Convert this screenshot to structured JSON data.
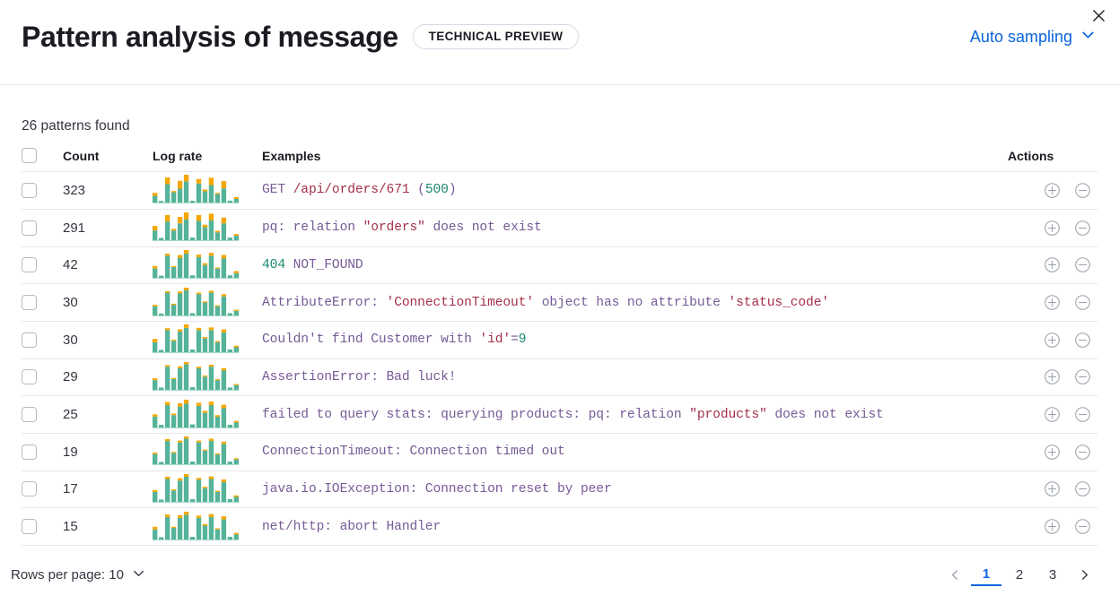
{
  "header": {
    "title": "Pattern analysis of message",
    "badge": "TECHNICAL PREVIEW",
    "sampling_label": "Auto sampling",
    "close_icon": "close-icon",
    "chevron_icon": "chevron-down-icon",
    "accent_color": "#0b64dd"
  },
  "summary": {
    "patterns_found": "26 patterns found"
  },
  "table": {
    "columns": {
      "select_all": "",
      "count": "Count",
      "log_rate": "Log rate",
      "examples": "Examples",
      "actions": "Actions"
    },
    "rows": [
      {
        "count": "323",
        "example": "GET /api/orders/671 (500)",
        "tokens": [
          {
            "t": "GET ",
            "c": "plain"
          },
          {
            "t": "/api/orders/671",
            "c": "str"
          },
          {
            "t": " (",
            "c": "plain"
          },
          {
            "t": "500",
            "c": "num"
          },
          {
            "t": ")",
            "c": "plain"
          }
        ],
        "spark": [
          22,
          5,
          61,
          34,
          46,
          70,
          6,
          63,
          37,
          58,
          28,
          47,
          6,
          12
        ],
        "spark_top": [
          10,
          0,
          22,
          4,
          26,
          22,
          0,
          15,
          6,
          24,
          4,
          24,
          0,
          6
        ]
      },
      {
        "count": "291",
        "example": "pq: relation \"orders\" does not exist",
        "tokens": [
          {
            "t": "pq: relation ",
            "c": "plain"
          },
          {
            "t": "\"orders\"",
            "c": "str"
          },
          {
            "t": " does not exist",
            "c": "plain"
          }
        ],
        "spark": [
          30,
          7,
          58,
          30,
          52,
          64,
          8,
          60,
          40,
          62,
          24,
          52,
          8,
          14
        ],
        "spark_top": [
          14,
          0,
          20,
          5,
          20,
          22,
          0,
          18,
          8,
          20,
          5,
          18,
          0,
          5
        ]
      },
      {
        "count": "42",
        "example": "404 NOT_FOUND",
        "tokens": [
          {
            "t": "404",
            "c": "num"
          },
          {
            "t": " NOT_FOUND",
            "c": "plain"
          }
        ],
        "spark": [
          26,
          6,
          62,
          30,
          56,
          68,
          7,
          58,
          36,
          62,
          26,
          54,
          7,
          13
        ],
        "spark_top": [
          7,
          0,
          6,
          3,
          8,
          10,
          0,
          7,
          5,
          8,
          3,
          10,
          0,
          6
        ]
      },
      {
        "count": "30",
        "example": "AttributeError: 'ConnectionTimeout' object has no attribute 'status_code'",
        "tokens": [
          {
            "t": "AttributeError: ",
            "c": "plain"
          },
          {
            "t": "'ConnectionTimeout'",
            "c": "str"
          },
          {
            "t": " object has no attribute ",
            "c": "plain"
          },
          {
            "t": "'status_code'",
            "c": "str"
          }
        ],
        "spark": [
          24,
          5,
          60,
          28,
          58,
          66,
          6,
          56,
          34,
          60,
          24,
          50,
          6,
          12
        ],
        "spark_top": [
          4,
          0,
          4,
          2,
          5,
          7,
          0,
          4,
          3,
          5,
          2,
          6,
          0,
          3
        ]
      },
      {
        "count": "30",
        "example": "Couldn't find Customer with 'id'=9",
        "tokens": [
          {
            "t": "Couldn't find Customer with ",
            "c": "plain"
          },
          {
            "t": "'id'",
            "c": "str"
          },
          {
            "t": "=",
            "c": "plain"
          },
          {
            "t": "9",
            "c": "num"
          }
        ],
        "spark": [
          26,
          6,
          58,
          30,
          54,
          64,
          7,
          58,
          36,
          58,
          26,
          52,
          7,
          13
        ],
        "spark_top": [
          9,
          0,
          5,
          3,
          6,
          9,
          0,
          6,
          4,
          7,
          3,
          8,
          0,
          4
        ]
      },
      {
        "count": "29",
        "example": "AssertionError: Bad luck!",
        "tokens": [
          {
            "t": "AssertionError: Bad luck!",
            "c": "plain"
          }
        ],
        "spark": [
          25,
          6,
          60,
          28,
          56,
          66,
          7,
          56,
          34,
          60,
          25,
          50,
          6,
          12
        ],
        "spark_top": [
          5,
          0,
          4,
          2,
          5,
          6,
          0,
          4,
          3,
          5,
          2,
          6,
          0,
          3
        ]
      },
      {
        "count": "25",
        "example": "failed to query stats: querying products: pq: relation \"products\" does not exist",
        "tokens": [
          {
            "t": "failed to query stats: querying products: pq: relation ",
            "c": "plain"
          },
          {
            "t": "\"products\"",
            "c": "str"
          },
          {
            "t": " does not exist",
            "c": "plain"
          }
        ],
        "spark": [
          28,
          7,
          58,
          32,
          54,
          62,
          8,
          56,
          38,
          58,
          28,
          50,
          7,
          13
        ],
        "spark_top": [
          6,
          0,
          8,
          4,
          9,
          10,
          0,
          8,
          5,
          9,
          4,
          9,
          0,
          4
        ]
      },
      {
        "count": "19",
        "example": "ConnectionTimeout: Connection timed out",
        "tokens": [
          {
            "t": "ConnectionTimeout: Connection timed out",
            "c": "plain"
          }
        ],
        "spark": [
          27,
          6,
          62,
          30,
          58,
          68,
          7,
          58,
          36,
          62,
          26,
          54,
          7,
          13
        ],
        "spark_top": [
          4,
          0,
          5,
          2,
          5,
          6,
          0,
          5,
          3,
          6,
          2,
          6,
          0,
          3
        ]
      },
      {
        "count": "17",
        "example": "java.io.IOException: Connection reset by peer",
        "tokens": [
          {
            "t": "java.io.IOException: Connection reset by peer",
            "c": "plain"
          }
        ],
        "spark": [
          26,
          6,
          60,
          30,
          56,
          66,
          7,
          58,
          36,
          60,
          26,
          52,
          7,
          13
        ],
        "spark_top": [
          5,
          0,
          6,
          3,
          6,
          7,
          0,
          5,
          4,
          7,
          3,
          7,
          0,
          4
        ]
      },
      {
        "count": "15",
        "example": "net/http: abort Handler",
        "tokens": [
          {
            "t": "net/http: abort Handler",
            "c": "plain"
          }
        ],
        "spark": [
          26,
          6,
          58,
          30,
          56,
          64,
          7,
          56,
          36,
          58,
          26,
          52,
          7,
          13
        ],
        "spark_top": [
          7,
          0,
          7,
          3,
          7,
          8,
          0,
          6,
          4,
          8,
          3,
          8,
          0,
          4
        ]
      }
    ],
    "row_actions": {
      "filter_for_icon": "plus-in-circle-icon",
      "filter_out_icon": "minus-in-circle-icon"
    },
    "spark_colors": {
      "base": "#54b399",
      "top": "#f5a700"
    }
  },
  "footer": {
    "rows_per_page_label": "Rows per page: 10",
    "rows_per_page_icon": "chevron-down-icon",
    "prev_icon": "chevron-left-icon",
    "next_icon": "chevron-right-icon",
    "pages": [
      "1",
      "2",
      "3"
    ],
    "active_page": "1"
  }
}
